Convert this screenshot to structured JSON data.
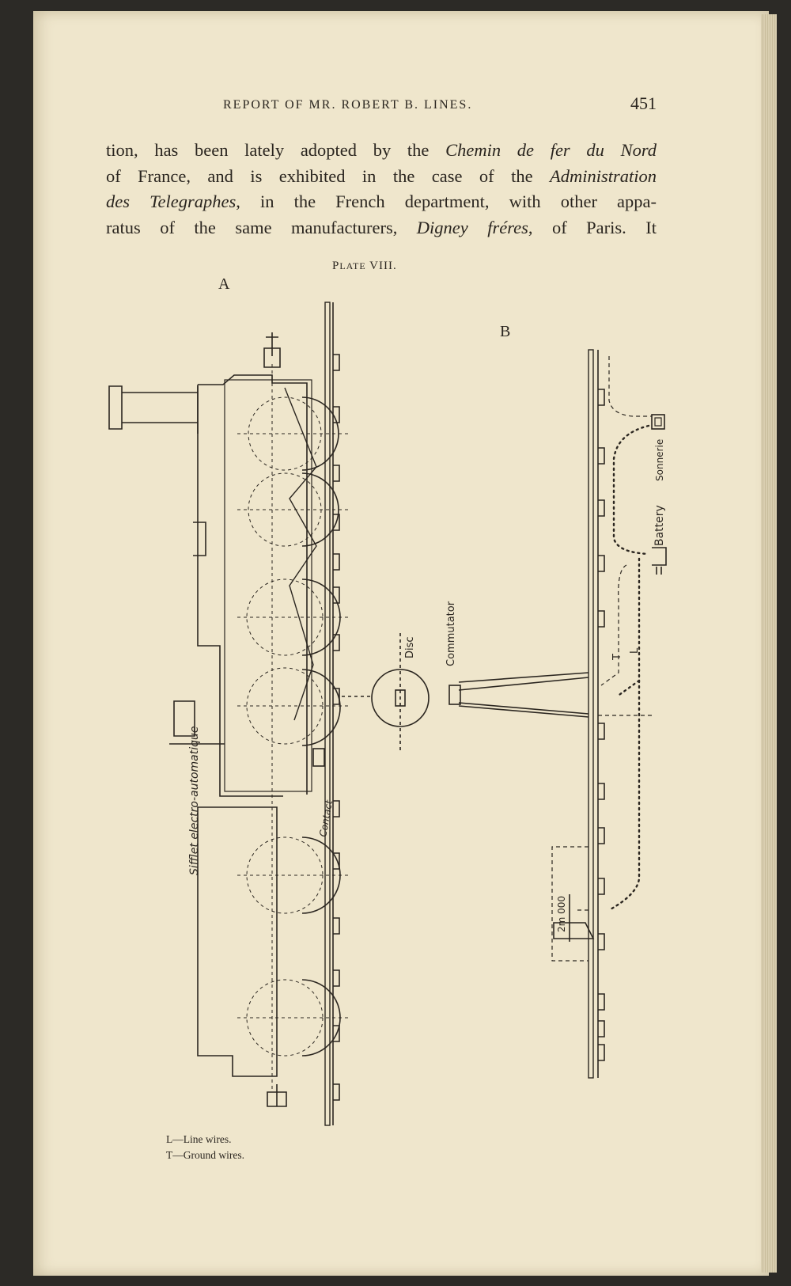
{
  "header": {
    "running_title": "REPORT OF MR. ROBERT B. LINES.",
    "page_number": "451"
  },
  "body_lines": [
    [
      "tion, has been lately adopted by the ",
      "Chemin de fer du Nord",
      ""
    ],
    [
      "of France, and is exhibited in the case of the ",
      "Administration",
      ""
    ],
    [
      "",
      "des Telegraphes",
      ", in the French department, with other appa-"
    ],
    [
      "ratus of the same manufacturers, ",
      "Digney fréres",
      ", of Paris.  It"
    ]
  ],
  "plate": {
    "title_prefix": "P",
    "title_small": "LATE",
    "title_num": "VIII.",
    "fig_a_label": "A",
    "fig_b_label": "B",
    "labels": {
      "sifflet": "Sifflet electro-automatique",
      "contact": "Contact",
      "disc": "Disc",
      "commutator": "Commutator",
      "sonnerie": "Sonnerie",
      "battery": "Battery",
      "t": "T",
      "l": "L",
      "dimension": "2m 000"
    }
  },
  "legend": {
    "line1": "L—Line wires.",
    "line2": "T—Ground wires."
  }
}
